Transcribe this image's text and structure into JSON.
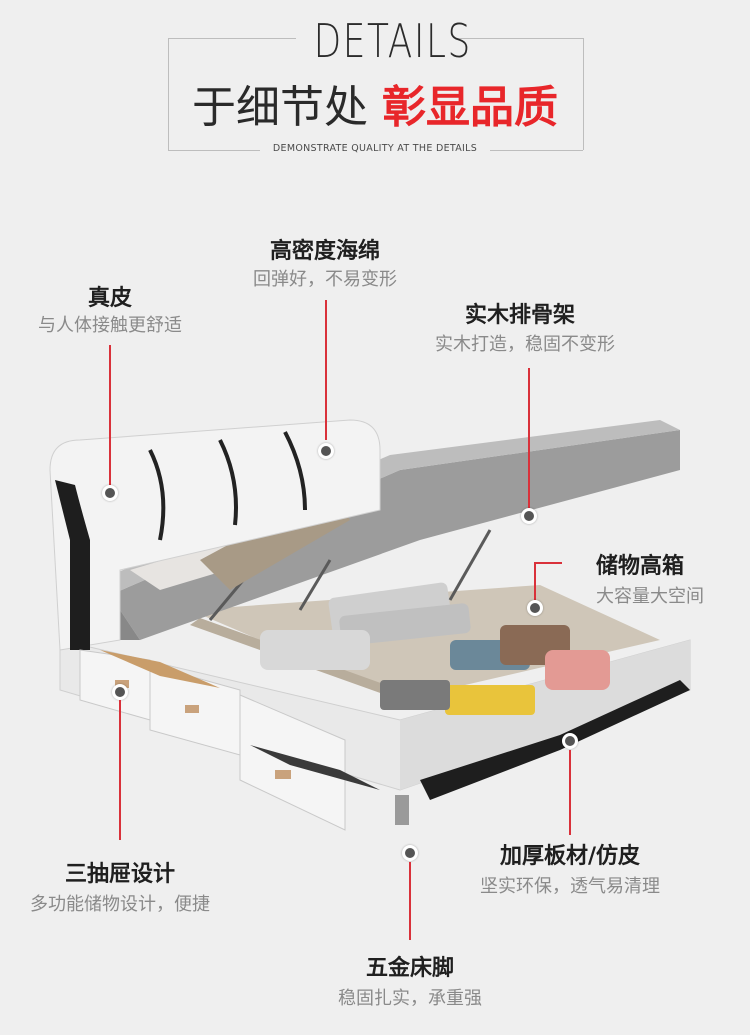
{
  "header": {
    "title_en": "DETAILS",
    "subtitle_normal": "于细节处",
    "subtitle_highlight": "彰显品质",
    "tagline": "DEMONSTRATE QUALITY AT THE DETAILS",
    "accent_color": "#e8262a"
  },
  "features": {
    "leather": {
      "title": "真皮",
      "desc": "与人体接触更舒适"
    },
    "sponge": {
      "title": "高密度海绵",
      "desc": "回弹好，不易变形"
    },
    "frame": {
      "title": "实木排骨架",
      "desc": "实木打造，稳固不变形"
    },
    "storage": {
      "title": "储物高箱",
      "desc": "大容量大空间"
    },
    "drawers": {
      "title": "三抽屉设计",
      "desc": "多功能储物设计，便捷"
    },
    "board": {
      "title": "加厚板材/仿皮",
      "desc": "坚实环保，透气易清理"
    },
    "feet": {
      "title": "五金床脚",
      "desc": "稳固扎实，承重强"
    }
  }
}
